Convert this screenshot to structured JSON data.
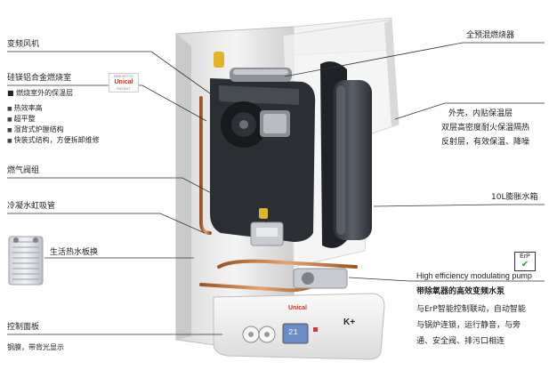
{
  "labels": {
    "inverter_fan": "变频风机",
    "combustion_chamber": "硅镁铝合金燃烧室",
    "chamber_insulation": "燃烧室外的保温层",
    "features": [
      "热效率高",
      "超平整",
      "湿背式炉膛结构",
      "快装式结构，方便拆卸维修"
    ],
    "gas_valve": "燃气阀组",
    "condensate_trap": "冷凝水虹吸管",
    "dhw_plate_hex": "生活热水板换",
    "control_panel": "控制面板",
    "control_panel_desc": "钢膜，带背光显示",
    "premix_burner": "全预混燃烧器",
    "shell_line1": "外壳，内贴保温层",
    "shell_line2": "双层高密度耐火保温隔热",
    "shell_line3": "反射层，有效保温、降噪",
    "expansion_tank": "10L膨胀水箱",
    "pump_en": "High efficiency modulating pump",
    "pump_cn": "带除氧器的高效变频水泵",
    "pump_desc1": "与ErP智能控制联动，自动智能",
    "pump_desc2": "与锅炉连锁，运行静音，与旁",
    "pump_desc3": "通、安全阀、排污口相连"
  },
  "badge": {
    "top": "BREVETTO",
    "brand": "Unical",
    "bottom": "PATENT"
  },
  "erp": {
    "text": "ErP",
    "mark": "✔"
  },
  "panel": {
    "brand": "Unical",
    "model": "K+",
    "display": "21"
  },
  "colors": {
    "line": "#333333",
    "copper": "#c8743a",
    "casing": "#e9e9e9",
    "tank": "#3b3f46",
    "fan": "#222222"
  }
}
